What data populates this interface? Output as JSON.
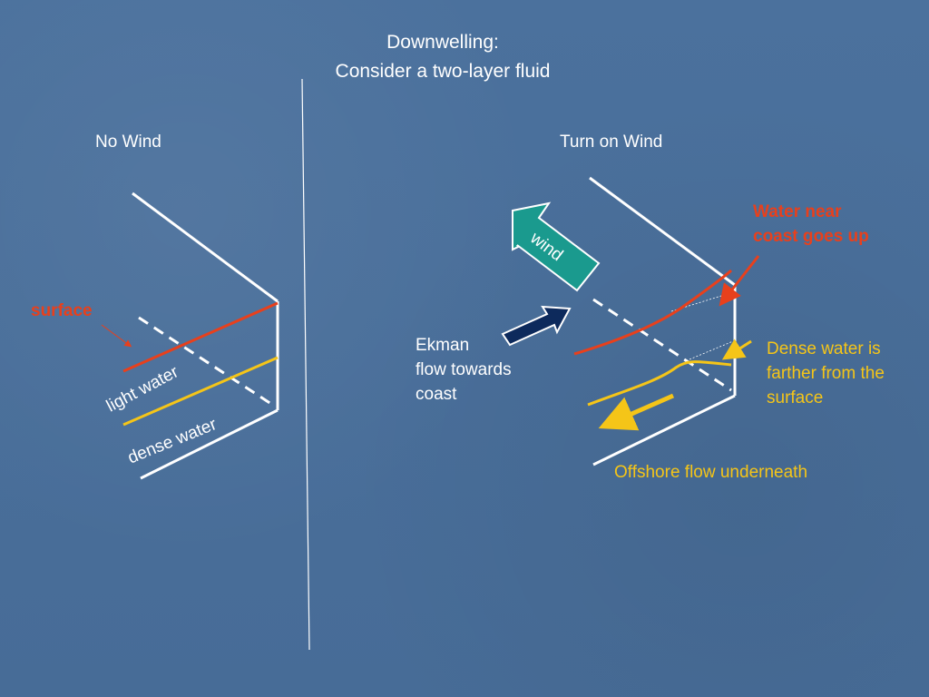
{
  "title": {
    "line1": "Downwelling:",
    "line2": "Consider a two-layer fluid"
  },
  "left_panel": {
    "heading": "No Wind",
    "surface_label": "surface",
    "light_water_label": "light water",
    "dense_water_label": "dense water"
  },
  "right_panel": {
    "heading": "Turn on Wind",
    "wind_label": "wind",
    "ekman_line1": "Ekman",
    "ekman_line2": "flow towards",
    "ekman_line3": "coast",
    "coast_note_line1": "Water near",
    "coast_note_line2": "coast goes up",
    "dense_note_line1": "Dense water is",
    "dense_note_line2": "farther from the",
    "dense_note_line3": "surface",
    "offshore_label": "Offshore flow underneath"
  },
  "colors": {
    "background": "#4a6f9a",
    "red": "#e8401c",
    "yellow": "#f5c518",
    "teal": "#1a9a8e",
    "navy": "#0d2a5c",
    "white": "#ffffff"
  }
}
